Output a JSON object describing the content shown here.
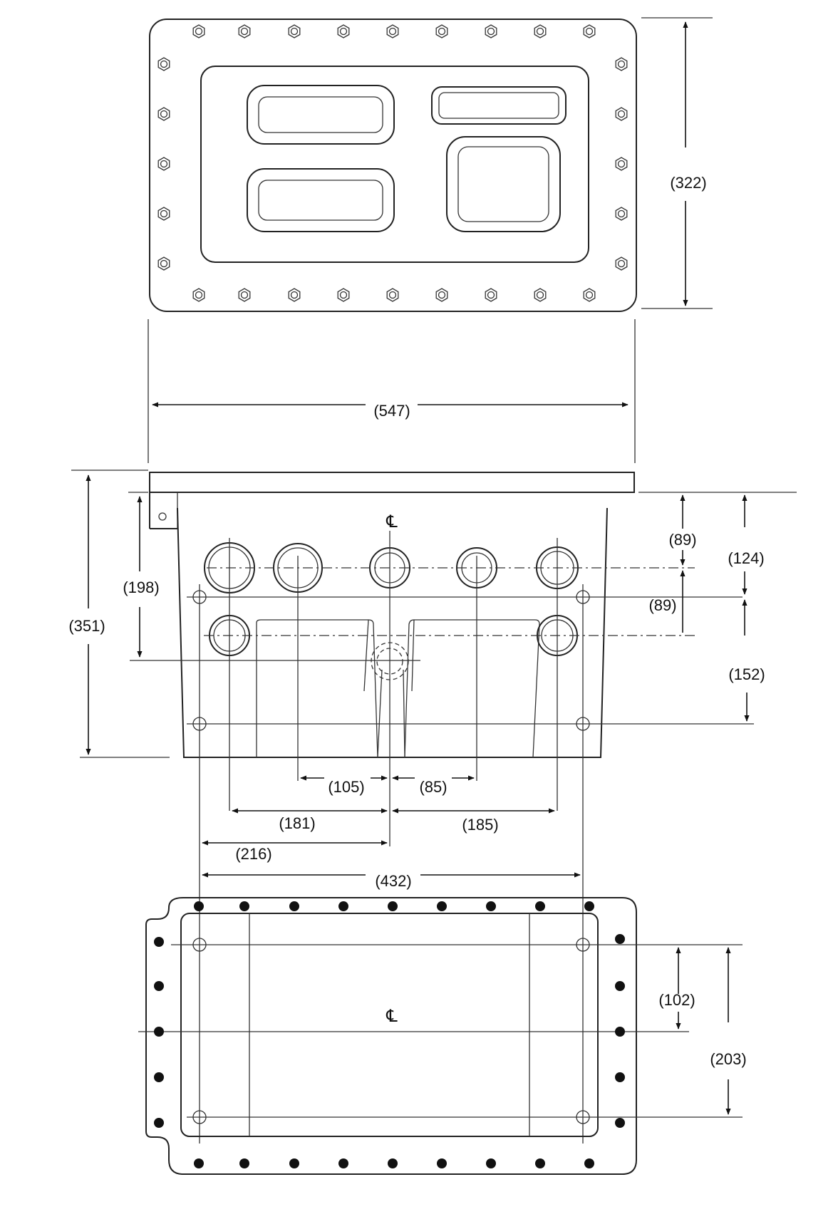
{
  "dimensions": {
    "top_height": "(322)",
    "overall_width": "(547)",
    "body_height": "(351)",
    "cover_to_centre": "(198)",
    "row1_depth": "(89)",
    "row_spacing": "(89)",
    "upper_mount_depth": "(124)",
    "mount_spacing": "(152)",
    "hub_offset_left": "(105)",
    "hub_offset_right": "(85)",
    "outer_hub_left": "(181)",
    "outer_hub_right": "(185)",
    "mount_half_width": "(216)",
    "mount_width": "(432)",
    "base_half_spacing": "(102)",
    "base_mount_spacing": "(203)"
  },
  "centerline_symbol": "℄"
}
